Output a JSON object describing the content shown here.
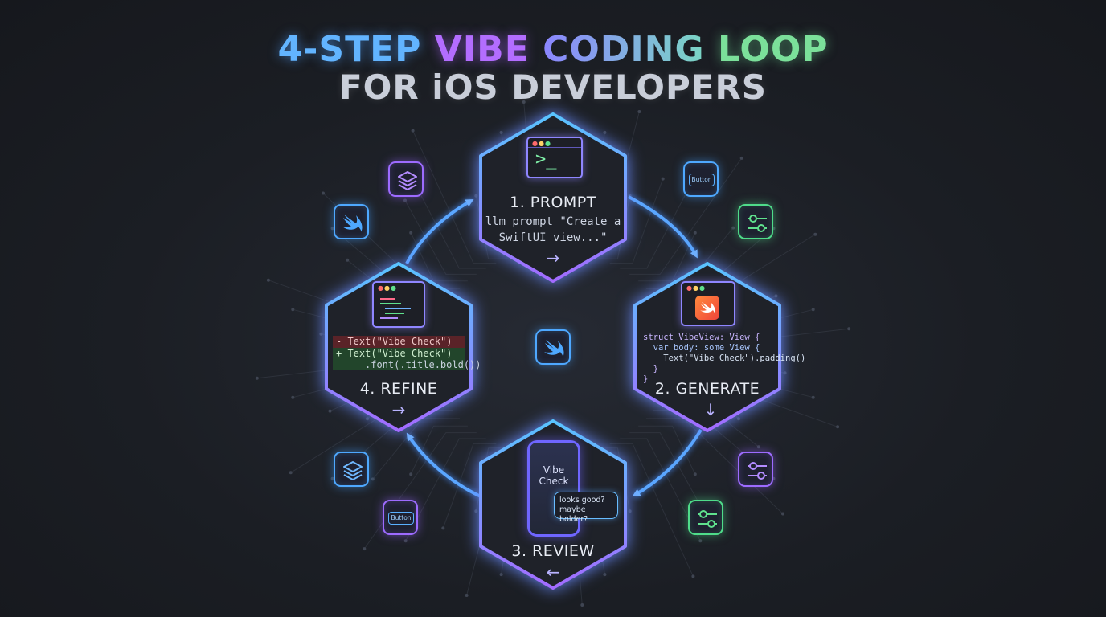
{
  "title": {
    "line1": {
      "part1": "4-STEP",
      "part2": "VIBE",
      "part3": "CODING",
      "part4": "LOOP"
    },
    "line2": "FOR iOS DEVELOPERS"
  },
  "steps": [
    {
      "id": "prompt",
      "title": "1. PROMPT",
      "text_line1": "llm prompt \"Create a",
      "text_line2": "SwiftUI view...\"",
      "arrow": "→",
      "icon": "terminal-icon"
    },
    {
      "id": "generate",
      "title": "2. GENERATE",
      "code": [
        "struct VibeView: View {",
        "  var body: some View {",
        "    Text(\"Vibe Check\").padding()",
        "  }",
        "}"
      ],
      "arrow": "↓",
      "icon": "swift-icon"
    },
    {
      "id": "review",
      "title": "3. REVIEW",
      "phone_text_line1": "Vibe",
      "phone_text_line2": "Check",
      "bubble_line1": "looks good?",
      "bubble_line2": "maybe bolder?",
      "arrow": "←",
      "icon": "phone-icon"
    },
    {
      "id": "refine",
      "title": "4. REFINE",
      "diff_minus": "- Text(\"Vibe Check\")",
      "diff_plus": "+ Text(\"Vibe Check\")",
      "diff_cont": ".font(.title.bold())",
      "arrow": "→",
      "icon": "code-editor-icon"
    }
  ],
  "decor": {
    "button_label": "Button",
    "icons": [
      "layers-icon",
      "swift-icon",
      "button-icon",
      "sliders-icon"
    ]
  },
  "colors": {
    "accent_blue": "#4ea8ff",
    "accent_purple": "#9d6bff",
    "accent_green": "#4fdc8a",
    "background": "#1b1e24"
  }
}
